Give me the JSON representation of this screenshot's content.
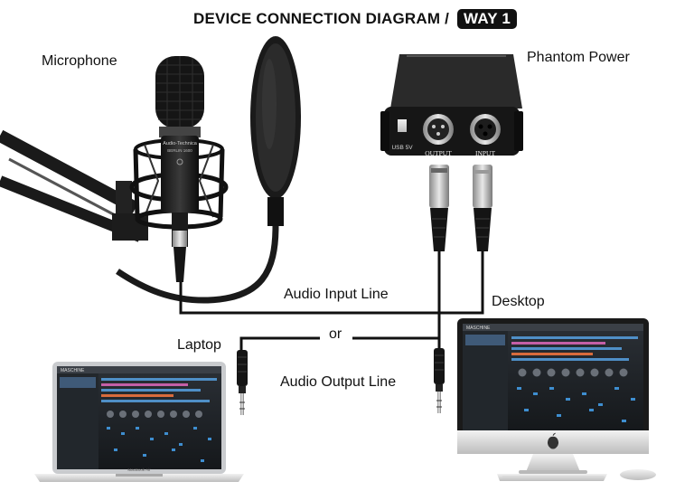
{
  "title": {
    "text": "DEVICE CONNECTION DIAGRAM /",
    "badge": "WAY 1"
  },
  "labels": {
    "microphone": "Microphone",
    "phantom_power": "Phantom Power",
    "audio_input_line": "Audio Input Line",
    "desktop": "Desktop",
    "laptop": "Laptop",
    "or": "or",
    "audio_output_line": "Audio Output Line"
  },
  "device_markings": {
    "usb": "USB 5V",
    "output": "OUTPUT",
    "input": "INPUT",
    "mic_brand": "Audio-Technica",
    "mic_model": "BERLIN 1600",
    "laptop_model": "MacBook Air",
    "app_name": "MASCHINE"
  },
  "colors": {
    "text": "#111111",
    "badge_bg": "#111111",
    "badge_text": "#ffffff",
    "cable": "#111111"
  }
}
